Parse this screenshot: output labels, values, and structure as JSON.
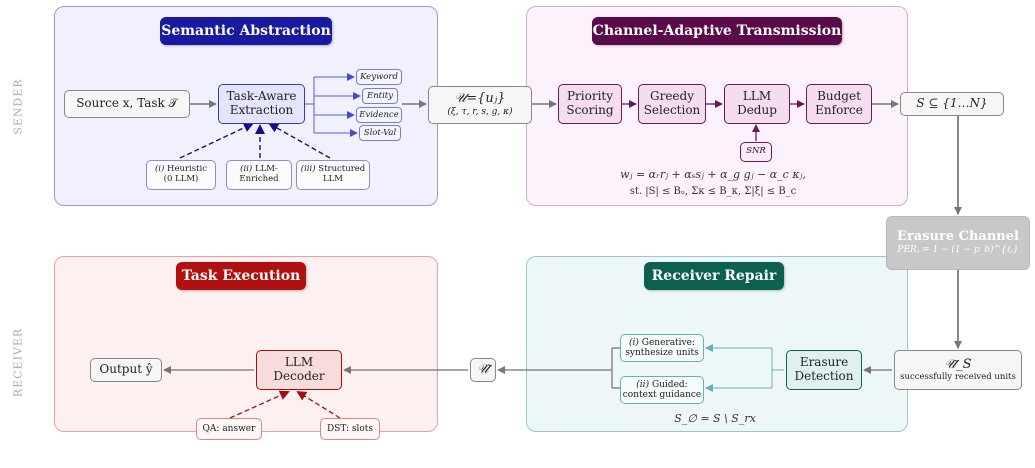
{
  "side_labels": {
    "sender": "SENDER",
    "receiver": "RECEIVER"
  },
  "semantic": {
    "title": "Semantic Abstraction",
    "source": "Source x, Task 𝒯",
    "extraction": [
      "Task-Aware",
      "Extraction"
    ],
    "unit_types": [
      "Keyword",
      "Entity",
      "Evidence",
      "Slot-Val"
    ],
    "modes": [
      {
        "tag": "(i)",
        "rest": " Heuristic",
        "line2": "(0 LLM)"
      },
      {
        "tag": "(ii)",
        "rest": " LLM-",
        "line2": "Enriched"
      },
      {
        "tag": "(iii)",
        "rest": " Structured",
        "line2": "LLM"
      }
    ]
  },
  "units": {
    "main": "𝒰={uⱼ}",
    "tuple": "(ξ, τ, r, s, g, κ)"
  },
  "transmission": {
    "title": "Channel-Adaptive Transmission",
    "steps": [
      [
        "Priority",
        "Scoring"
      ],
      [
        "Greedy",
        "Selection"
      ],
      [
        "LLM",
        "Dedup"
      ],
      [
        "Budget",
        "Enforce"
      ]
    ],
    "snr": "SNR",
    "formula": "wⱼ = αᵣrⱼ + αₛsⱼ + α_g gⱼ − α_c κⱼ,",
    "constraint": "st. |S| ≤ Bᵤ,  Σκ ≤ B_κ,  Σ|ξ| ≤ B_c"
  },
  "selected": "S ⊆ {1…N}",
  "channel": {
    "title": "Erasure Channel",
    "formula": "PERⱼ = 1 − (1 − p_b)^{ℓⱼ}"
  },
  "received": {
    "main": "𝒰̃_S",
    "sub": "successfully received units"
  },
  "repair": {
    "title": "Receiver Repair",
    "detection": [
      "Erasure",
      "Detection"
    ],
    "generative": {
      "tag": "(i)",
      "rest": " Generative:",
      "line2": "synthesize units"
    },
    "guided": {
      "tag": "(ii)",
      "rest": " Guided:",
      "line2": "context guidance"
    },
    "formula": "S_∅ = S \\ S_rx"
  },
  "repaired": "𝒰̂",
  "task": {
    "title": "Task Execution",
    "decoder": [
      "LLM",
      "Decoder"
    ],
    "output": "Output ŷ",
    "qa": "QA: answer",
    "dst": "DST: slots"
  },
  "colors": {
    "semantic_title": "#1a1aa0",
    "transmission_title": "#5a0a4a",
    "repair_title": "#0d6050",
    "task_title": "#b01010",
    "channel": "#c8c8c8"
  }
}
